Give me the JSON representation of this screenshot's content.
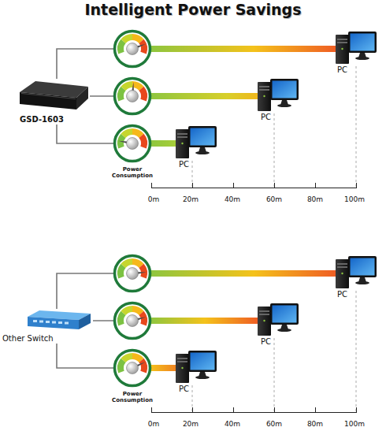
{
  "diagram": {
    "title": "Intelligent Power Savings",
    "nodes": [
      {
        "text": [
          "GSD-1603"
        ]
      },
      {
        "text": [
          "PC"
        ]
      },
      {
        "text": [
          "PC"
        ]
      },
      {
        "text": [
          "PC"
        ]
      },
      {
        "text": [
          "Other Switch"
        ]
      },
      {
        "text": [
          "PC"
        ]
      },
      {
        "text": [
          "PC"
        ]
      },
      {
        "text": [
          "PC"
        ]
      }
    ],
    "edges": [
      {
        "from": 0,
        "to": 1,
        "arrow": "none"
      },
      {
        "from": 0,
        "to": 2,
        "arrow": "none"
      },
      {
        "from": 0,
        "to": 3,
        "arrow": "none"
      },
      {
        "from": 4,
        "to": 5,
        "arrow": "none"
      },
      {
        "from": 4,
        "to": 6,
        "arrow": "none"
      },
      {
        "from": 4,
        "to": 7,
        "arrow": "none"
      }
    ],
    "labels": [
      "Power Consumption",
      "0m",
      "20m",
      "40m",
      "60m",
      "80m",
      "100m",
      "Power Consumption",
      "0m",
      "20m",
      "40m",
      "60m",
      "80m",
      "100m"
    ]
  }
}
